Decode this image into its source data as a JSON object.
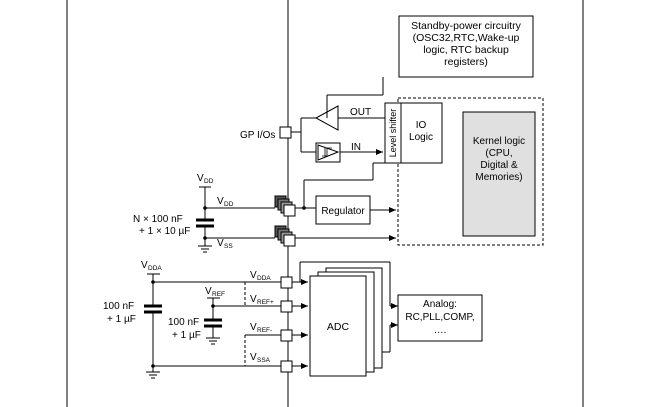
{
  "standby": {
    "line1": "Standby-power circuitry",
    "line2": "(OSC32,RTC,Wake-up",
    "line3": "logic, RTC backup",
    "line4": "registers)"
  },
  "buffers": {
    "out_label": "OUT",
    "in_label": "IN"
  },
  "level_shifter_label": "Level shifter",
  "io_logic": {
    "line1": "IO",
    "line2": "Logic"
  },
  "kernel": {
    "line1": "Kernel logic",
    "line2": "(CPU,",
    "line3": "Digital &",
    "line4": "Memories)"
  },
  "gp_io_label": "GP I/Os",
  "supply": {
    "vdd_main": "V",
    "vdd_main_sub": "DD",
    "vdd_pin": "V",
    "vdd_pin_sub": "DD",
    "vss_pin": "V",
    "vss_pin_sub": "SS",
    "decoupling_line1": "N × 100 nF",
    "decoupling_line2": "+ 1 × 10 µF"
  },
  "regulator_label": "Regulator",
  "analog_supply": {
    "vdda_main": "V",
    "vdda_main_sub": "DDA",
    "vdda_pin": "V",
    "vdda_pin_sub": "DDA",
    "vref_main": "V",
    "vref_main_sub": "REF",
    "vrefp_pin": "V",
    "vrefp_pin_sub": "REF+",
    "vrefm_pin": "V",
    "vrefm_pin_sub": "REF-",
    "vssa_pin": "V",
    "vssa_pin_sub": "SSA",
    "cap_left_line1": "100 nF",
    "cap_left_line2": "+ 1 µF",
    "cap_right_line1": "100 nF",
    "cap_right_line2": "+ 1 µF"
  },
  "adc_label": "ADC",
  "analog_block": {
    "line1": "Analog:",
    "line2": "RC,PLL,COMP,",
    "line3": "…."
  }
}
